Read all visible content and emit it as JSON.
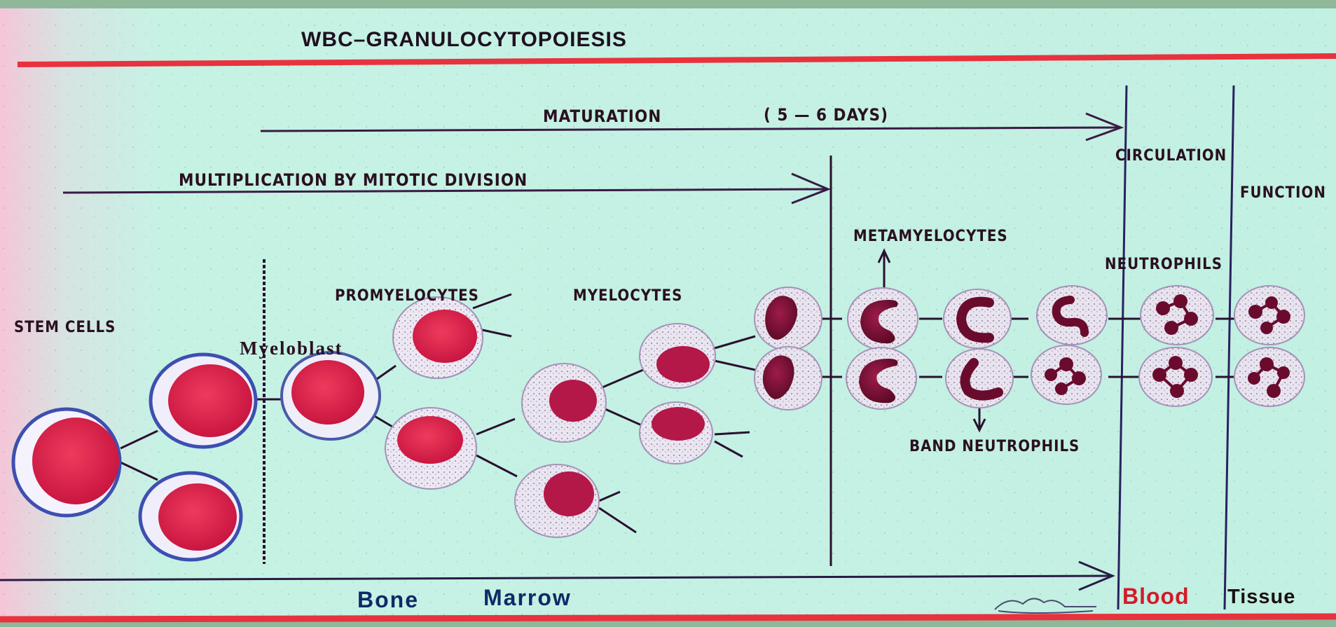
{
  "title": "WBC–GRANULOCYTOPOIESIS",
  "arrows": {
    "maturation": "MATURATION",
    "maturation_days": "( 5 — 6 DAYS)",
    "multiplication": "MULTIPLICATION   BY   MITOTIC   DIVISION"
  },
  "stages": {
    "stem_cells": "STEM CELLS",
    "myeloblast": "Myeloblast",
    "promyelocytes": "PROMYELOCYTES",
    "myelocytes": "MYELOCYTES",
    "metamyelocytes": "METAMYELOCYTES",
    "band_neutrophils": "BAND  NEUTROPHILS",
    "neutrophils": "NEUTROPHILS"
  },
  "zones": {
    "circulation": "CIRCULATION",
    "function": "FUNCTION",
    "bone": "Bone",
    "marrow": "Marrow",
    "blood": "Blood",
    "tissue": "Tissue"
  },
  "colors": {
    "background": "#c4f2e4",
    "left_band": "#f2c8da",
    "accent_red": "#e8323e",
    "arrow": "#3a1a45",
    "nucleus": "#b0103a",
    "blood_text": "#d41a2a",
    "bottom_text": "#0d2a68"
  }
}
